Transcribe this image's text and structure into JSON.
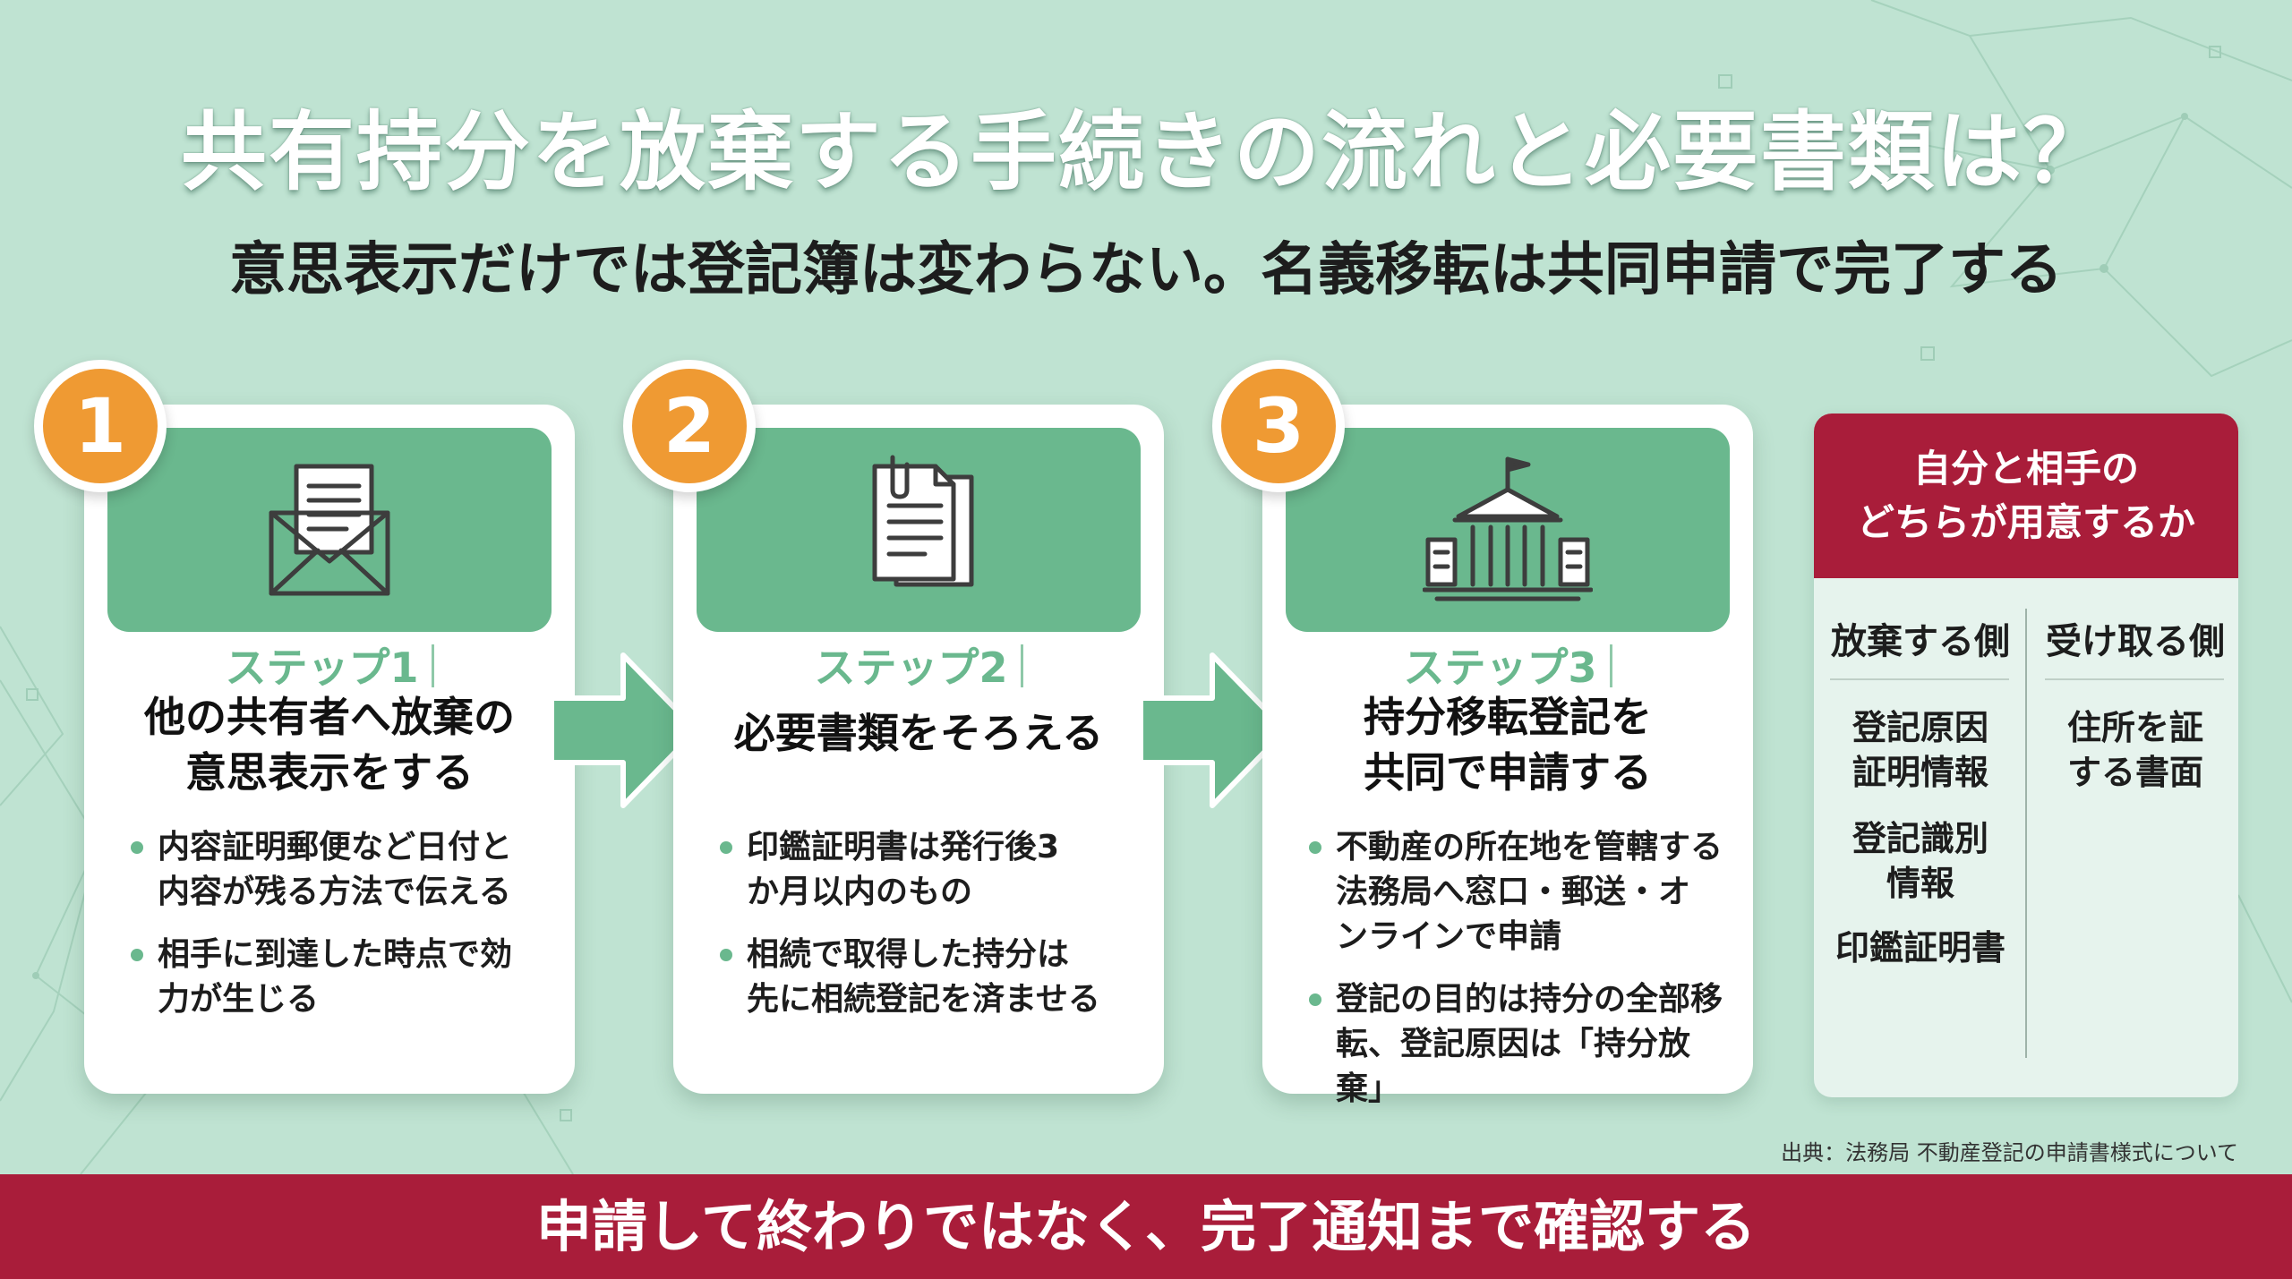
{
  "title": "共有持分を放棄する手続きの流れと必要書類は？",
  "subtitle": "意思表示だけでは登記簿は変わらない。名義移転は共同申請で完了する",
  "colors": {
    "background": "#bfe3d2",
    "green": "#6ab88e",
    "orange": "#ef9a33",
    "crimson": "#a91d3a"
  },
  "steps": [
    {
      "number": "1",
      "icon": "envelope-icon",
      "label": "ステップ1",
      "heading_lines": [
        "他の共有者へ放棄の",
        "意思表示をする"
      ],
      "bullets": [
        [
          "内容証明郵便など日付と",
          "内容が残る方法で伝える"
        ],
        [
          "相手に到達した時点で効",
          "力が生じる"
        ]
      ]
    },
    {
      "number": "2",
      "icon": "documents-clip-icon",
      "label": "ステップ2",
      "heading_lines": [
        "必要書類をそろえる"
      ],
      "bullets": [
        [
          "印鑑証明書は発行後3",
          "か月以内のもの"
        ],
        [
          "相続で取得した持分は",
          "先に相続登記を済ませる"
        ]
      ]
    },
    {
      "number": "3",
      "icon": "government-building-icon",
      "label": "ステップ3",
      "heading_lines": [
        "持分移転登記を",
        "共同で申請する"
      ],
      "bullets": [
        [
          "不動産の所在地を管轄する",
          "法務局へ窓口・郵送・オ",
          "ンラインで申請"
        ],
        [
          "登記の目的は持分の全部移",
          "転、登記原因は「持分放棄」"
        ]
      ]
    }
  ],
  "panel": {
    "title_lines": [
      "自分と相手の",
      "どちらが用意するか"
    ],
    "left_header": "放棄する側",
    "right_header": "受け取る側",
    "left_items": [
      [
        "登記原因",
        "証明情報"
      ],
      [
        "登記識別",
        "情報"
      ],
      [
        "印鑑証明書"
      ]
    ],
    "right_items": [
      [
        "住所を証",
        "する書面"
      ]
    ]
  },
  "source": "出典：法務局 不動産登記の申請書様式について",
  "footer": "申請して終わりではなく、完了通知まで確認する"
}
